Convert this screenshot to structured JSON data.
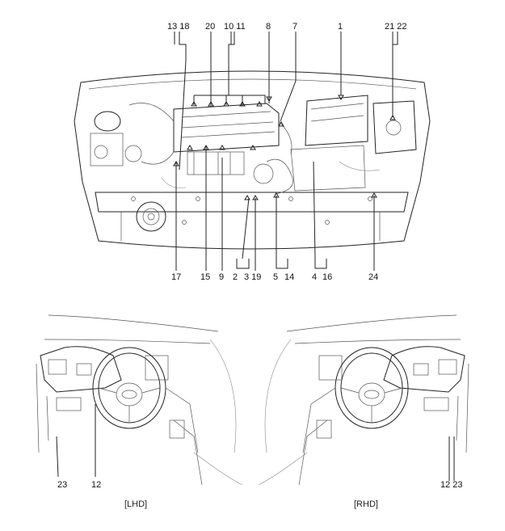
{
  "top_labels": {
    "l13_18": "13 18",
    "l20": "20",
    "l10_11": "10 11",
    "l8": "8",
    "l7": "7",
    "l1": "1",
    "l21_22": "21 22"
  },
  "bottom_labels": {
    "l17": "17",
    "l15": "15",
    "l9": "9",
    "l2": "2",
    "l3_19": "3 19",
    "l5": "5",
    "l14": "14",
    "l4": "4",
    "l16": "16",
    "l24": "24"
  },
  "cabin_labels": {
    "lhd_23": "23",
    "lhd_12": "12",
    "rhd_12_23": "12 23"
  },
  "captions": {
    "lhd": "[LHD]",
    "rhd": "[RHD]"
  }
}
